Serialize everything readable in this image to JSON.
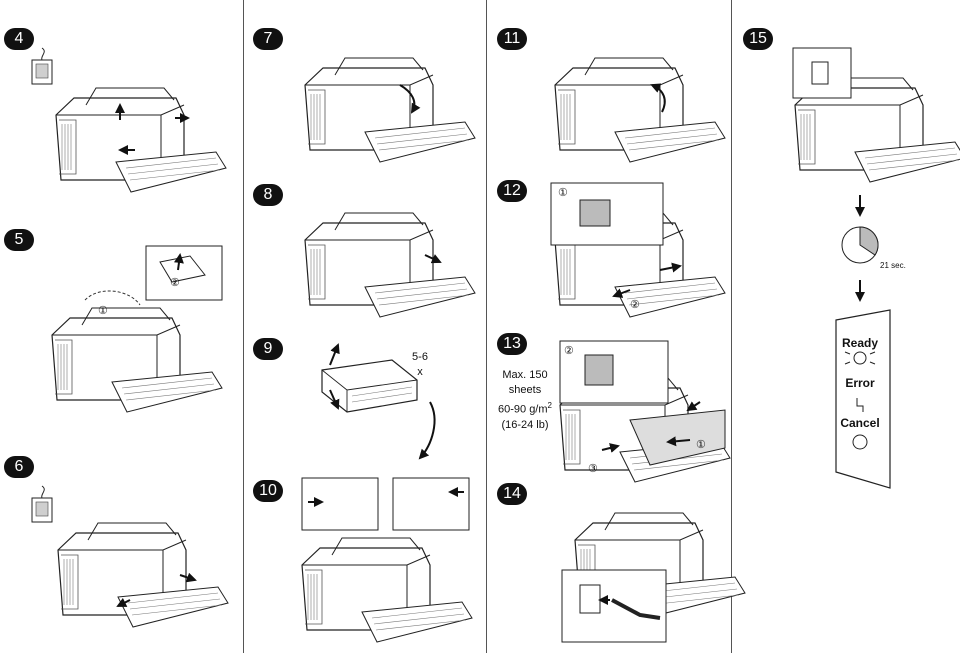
{
  "steps": [
    "4",
    "5",
    "6",
    "7",
    "8",
    "9",
    "10",
    "11",
    "12",
    "13",
    "14",
    "15"
  ],
  "callouts": {
    "c1": "①",
    "c2": "②",
    "c3": "③"
  },
  "step9": {
    "count": "5-6",
    "times": "x"
  },
  "step13": {
    "line1": "Max. 150",
    "line2": "sheets",
    "line3": "60-90 g/m",
    "sup": "2",
    "line4": "(16-24 lb)"
  },
  "step15": {
    "timer": "21 sec."
  },
  "control_panel": {
    "ready": "Ready",
    "error": "Error",
    "cancel": "Cancel"
  }
}
